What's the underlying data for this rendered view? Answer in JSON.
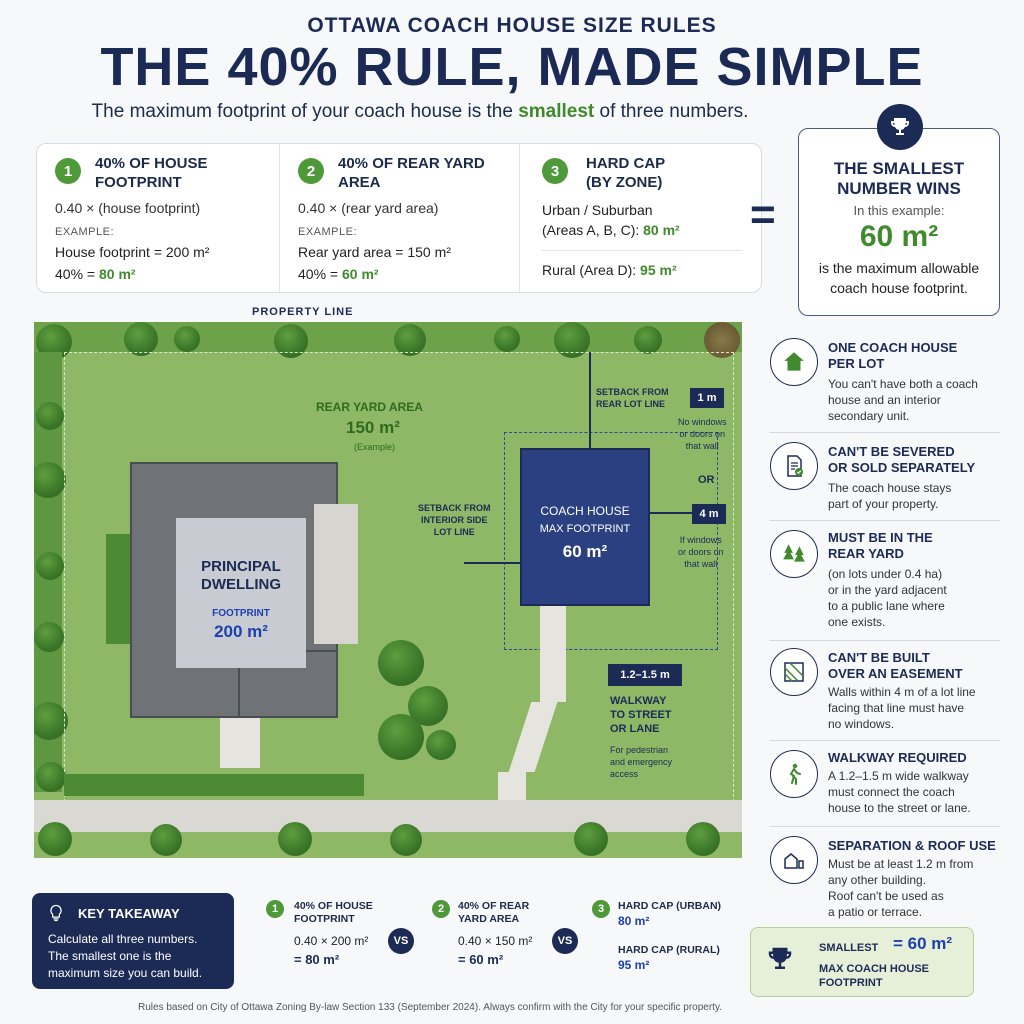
{
  "header": {
    "kicker": "OTTAWA COACH HOUSE SIZE RULES",
    "headline": "THE 40% RULE, MADE SIMPLE",
    "subhead_pre": "The maximum footprint of your coach house is the ",
    "subhead_em": "smallest",
    "subhead_post": " of three numbers."
  },
  "rules": {
    "r1": {
      "num": "1",
      "title_1": "40% OF HOUSE",
      "title_2": "FOOTPRINT",
      "formula": "0.40 × (house footprint)",
      "example_label": "EXAMPLE:",
      "line1": "House footprint = 200 m²",
      "line2_pre": "40% = ",
      "line2_val": "80 m²"
    },
    "r2": {
      "num": "2",
      "title_1": "40% OF REAR YARD",
      "title_2": "AREA",
      "formula": "0.40 × (rear yard area)",
      "example_label": "EXAMPLE:",
      "line1": "Rear yard area = 150 m²",
      "line2_pre": "40% = ",
      "line2_val": "60 m²"
    },
    "r3": {
      "num": "3",
      "title_1": "HARD CAP",
      "title_2": "(BY ZONE)",
      "urban_1": "Urban / Suburban",
      "urban_2": "(Areas A, B, C): ",
      "urban_val": "80 m²",
      "rural": "Rural (Area D): ",
      "rural_val": "95 m²"
    }
  },
  "equals": "=",
  "winner": {
    "title_1": "THE SMALLEST",
    "title_2": "NUMBER WINS",
    "sub": "In this example:",
    "value": "60 m²",
    "desc_1": "is the maximum allowable",
    "desc_2": "coach house footprint."
  },
  "plan": {
    "property_line": "PROPERTY LINE",
    "rear_yard_label": "REAR YARD AREA",
    "rear_yard_value": "150 m²",
    "rear_yard_note": "(Example)",
    "dwelling_1": "PRINCIPAL",
    "dwelling_2": "DWELLING",
    "dwelling_fp": "FOOTPRINT",
    "dwelling_val": "200 m²",
    "coach_1": "COACH HOUSE",
    "coach_2": "MAX FOOTPRINT",
    "coach_val": "60 m²",
    "rear_setback_1": "SETBACK FROM",
    "rear_setback_2": "REAR LOT LINE",
    "rear_badge": "1 m",
    "rear_note_1": "No windows",
    "rear_note_2": "or doors on",
    "rear_note_3": "that wall",
    "or": "OR",
    "side_badge": "4 m",
    "side_note_1": "If windows",
    "side_note_2": "or doors on",
    "side_note_3": "that wall",
    "interior_1": "SETBACK FROM",
    "interior_2": "INTERIOR SIDE",
    "interior_3": "LOT LINE",
    "walk_badge": "1.2–1.5 m",
    "walk_1": "WALKWAY",
    "walk_2": "TO STREET",
    "walk_3": "OR LANE",
    "walk_note_1": "For pedestrian",
    "walk_note_2": "and emergency",
    "walk_note_3": "access"
  },
  "side": [
    {
      "t1": "ONE COACH HOUSE",
      "t2": "PER LOT",
      "b": [
        "You can't have both a coach",
        "house and an interior",
        "secondary unit."
      ]
    },
    {
      "t1": "CAN'T BE SEVERED",
      "t2": "OR SOLD SEPARATELY",
      "b": [
        "The coach house stays",
        "part of your property."
      ]
    },
    {
      "t1": "MUST BE IN THE",
      "t2": "REAR YARD",
      "b": [
        "(on lots under 0.4 ha)",
        "or in the yard adjacent",
        "to a public lane where",
        "one exists."
      ]
    },
    {
      "t1": "CAN'T BE BUILT",
      "t2": "OVER AN EASEMENT",
      "b": [
        "Walls within 4 m of a lot line",
        "facing that line must have",
        "no windows."
      ]
    },
    {
      "t1": "WALKWAY REQUIRED",
      "t2": "",
      "b": [
        "A 1.2–1.5 m wide walkway",
        "must connect the coach",
        "house to the street or lane."
      ]
    },
    {
      "t1": "SEPARATION & ROOF USE",
      "t2": "",
      "b": [
        "Must be at least 1.2 m from",
        "any other building.",
        "Roof can't be used as",
        "a patio or terrace."
      ]
    }
  ],
  "takeaway": {
    "title": "KEY TAKEAWAY",
    "l1": "Calculate all three numbers.",
    "l2": "The smallest one is the",
    "l3": "maximum size you can build."
  },
  "compare": {
    "c1_num": "1",
    "c1_t1": "40% OF HOUSE",
    "c1_t2": "FOOTPRINT",
    "c1_calc": "0.40 × 200 m²",
    "c1_res": "= 80 m²",
    "vs": "VS",
    "c2_num": "2",
    "c2_t1": "40% OF REAR",
    "c2_t2": "YARD AREA",
    "c2_calc": "0.40 × 150 m²",
    "c2_res": "= 60 m²",
    "c3_num": "3",
    "c3_t1": "HARD CAP (URBAN)",
    "c3_v1": "80 m²",
    "c3_t2": "HARD CAP (RURAL)",
    "c3_v2": "95 m²"
  },
  "smallest": {
    "label": "SMALLEST",
    "value": "= 60 m²",
    "l1": "MAX COACH HOUSE",
    "l2": "FOOTPRINT"
  },
  "footer": "Rules based on City of Ottawa Zoning By-law Section 133 (September 2024). Always confirm with the City for your specific property.",
  "colors": {
    "navy": "#1c2b55",
    "green": "#3f8a2c",
    "blue": "#1e40af",
    "lawn": "#8fb866"
  }
}
